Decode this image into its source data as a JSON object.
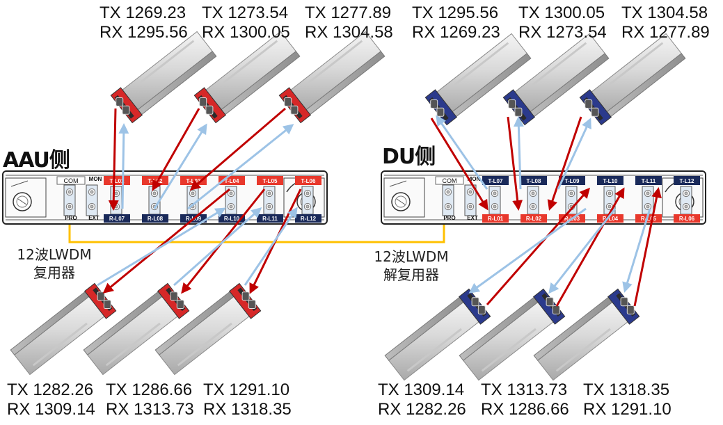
{
  "aau": {
    "title": "AAU侧",
    "device_label": [
      "12波LWDM",
      "复用器"
    ],
    "top_modules": [
      {
        "tx": "TX 1269.23",
        "rx": "RX 1295.56"
      },
      {
        "tx": "TX 1273.54",
        "rx": "RX 1300.05"
      },
      {
        "tx": "TX 1277.89",
        "rx": "RX 1304.58"
      }
    ],
    "bottom_modules": [
      {
        "tx": "TX 1282.26",
        "rx": "RX 1309.14"
      },
      {
        "tx": "TX 1286.66",
        "rx": "RX 1313.73"
      },
      {
        "tx": "TX 1291.10",
        "rx": "RX 1318.35"
      }
    ],
    "panel": {
      "com": "COM",
      "mon": "MON",
      "pro": "PRO",
      "ext": "EXT",
      "top_ports": [
        "T-L01",
        "T-L02",
        "T-L03",
        "T-L04",
        "T-L05",
        "T-L06"
      ],
      "bottom_ports": [
        "R-L07",
        "R-L08",
        "R-L09",
        "R-L10",
        "R-L11",
        "R-L12"
      ]
    }
  },
  "du": {
    "title": "DU侧",
    "device_label": [
      "12波LWDM",
      "解复用器"
    ],
    "top_modules": [
      {
        "tx": "TX 1295.56",
        "rx": "RX 1269.23"
      },
      {
        "tx": "TX 1300.05",
        "rx": "RX 1273.54"
      },
      {
        "tx": "TX 1304.58",
        "rx": "RX 1277.89"
      }
    ],
    "bottom_modules": [
      {
        "tx": "TX 1309.14",
        "rx": "RX 1282.26"
      },
      {
        "tx": "TX 1313.73",
        "rx": "RX 1286.66"
      },
      {
        "tx": "TX 1318.35",
        "rx": "RX 1291.10"
      }
    ],
    "panel": {
      "com": "COM",
      "mon": "MON",
      "pro": "PRO",
      "ext": "EXT",
      "top_ports": [
        "T-L07",
        "T-L08",
        "T-L09",
        "T-L10",
        "T-L11",
        "T-L12"
      ],
      "bottom_ports": [
        "R-L01",
        "R-L02",
        "R-L03",
        "R-L04",
        "R-L05",
        "R-L06"
      ]
    }
  },
  "colors": {
    "tx_fiber": "#c00000",
    "rx_fiber": "#9dc3e6",
    "com_fiber": "#ffc000",
    "aau_module_accent": "#d62828",
    "du_module_accent": "#2b3a8c",
    "label_red": "#e8382c",
    "label_navy": "#1a2a5a"
  }
}
